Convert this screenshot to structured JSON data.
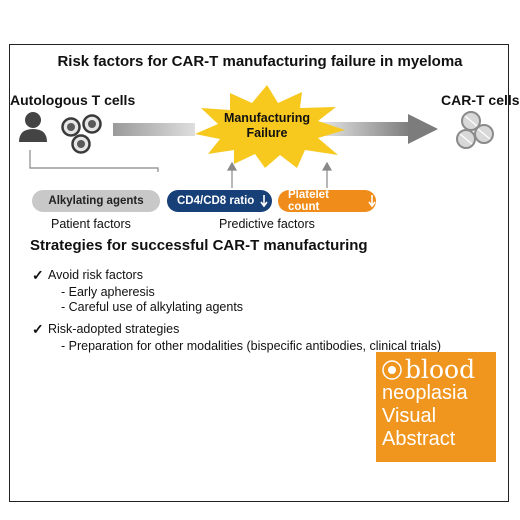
{
  "title": "Risk factors for CAR-T manufacturing failure in myeloma",
  "input_label": "Autologous T cells",
  "output_label": "CAR-T cells",
  "burst": {
    "line1": "Manufacturing",
    "line2": "Failure"
  },
  "factors": {
    "alkylating": "Alkylating agents",
    "cd4cd8": "CD4/CD8 ratio",
    "platelet": "Platelet count",
    "patient_label": "Patient factors",
    "predictive_label": "Predictive factors"
  },
  "strategies": {
    "heading": "Strategies for successful CAR-T manufacturing",
    "groups": [
      {
        "label": "Avoid risk factors",
        "items": [
          "- Early apheresis",
          "- Careful use of alkylating agents"
        ]
      },
      {
        "label": "Risk-adopted strategies",
        "items": [
          "- Preparation for other modalities (bispecific antibodies, clinical trials)"
        ]
      }
    ]
  },
  "logo": {
    "brand": "blood",
    "sub": "neoplasia",
    "line1": "Visual",
    "line2": "Abstract"
  },
  "colors": {
    "burst": "#f7c81e",
    "blue": "#173f78",
    "orange": "#f08c1a",
    "gray_pill": "#c8c8c8"
  }
}
